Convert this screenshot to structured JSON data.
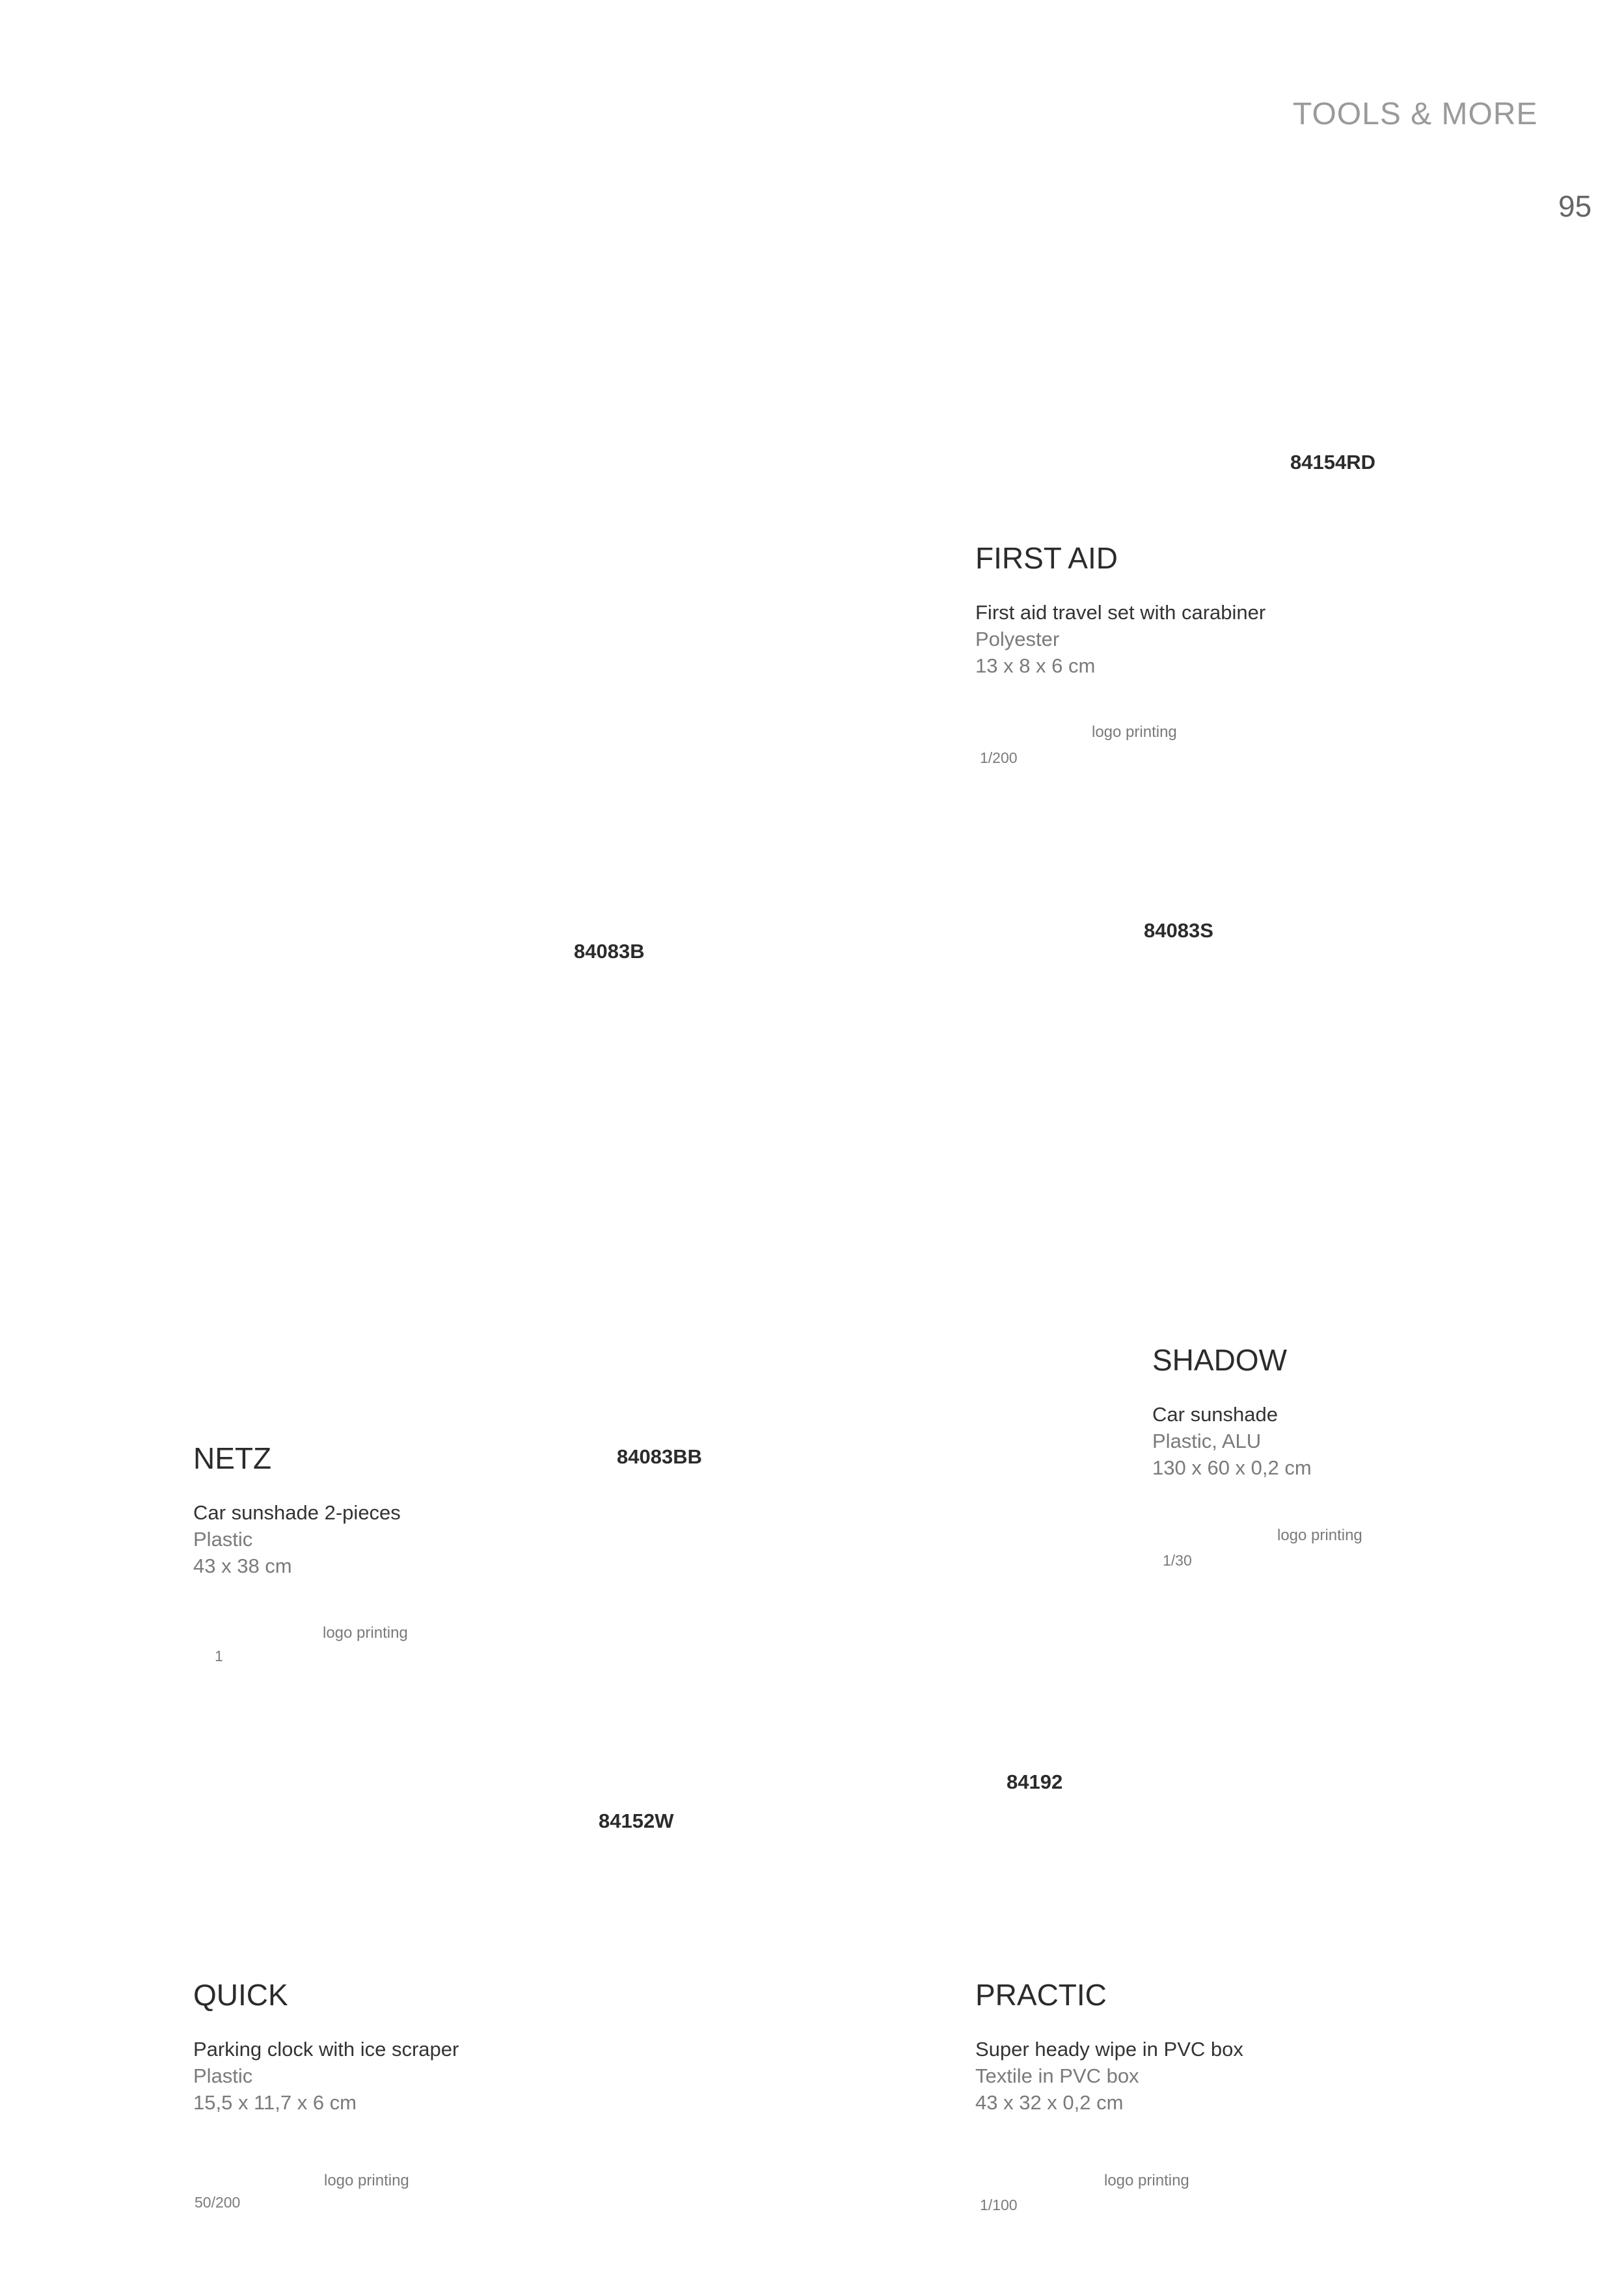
{
  "header": {
    "section_title": "TOOLS & MORE",
    "page_number": "95"
  },
  "products": {
    "first_aid": {
      "code": "84154RD",
      "name": "FIRST AID",
      "description": "First aid travel set with carabiner",
      "material": "Polyester",
      "size": "13 x 8 x 6 cm",
      "printing": "logo printing",
      "packing": "1/200"
    },
    "shadow": {
      "codes": [
        "84083S",
        "84083B",
        "84083BB"
      ],
      "name": "SHADOW",
      "description": "Car sunshade",
      "material": "Plastic, ALU",
      "size": "130 x 60 x 0,2 cm",
      "printing": "logo printing",
      "packing": "1/30"
    },
    "netz": {
      "name": "NETZ",
      "description": "Car sunshade 2-pieces",
      "material": "Plastic",
      "size": "43 x 38 cm",
      "printing": "logo printing",
      "packing": "1"
    },
    "quick": {
      "code": "84152W",
      "name": "QUICK",
      "description": "Parking clock with ice scraper",
      "material": "Plastic",
      "size": "15,5 x 11,7 x 6 cm",
      "printing": "logo printing",
      "packing": "50/200"
    },
    "practic": {
      "code": "84192",
      "name": "PRACTIC",
      "description": "Super heady wipe in PVC box",
      "material": "Textile in PVC box",
      "size": "43 x 32 x 0,2 cm",
      "printing": "logo printing",
      "packing": "1/100"
    }
  }
}
